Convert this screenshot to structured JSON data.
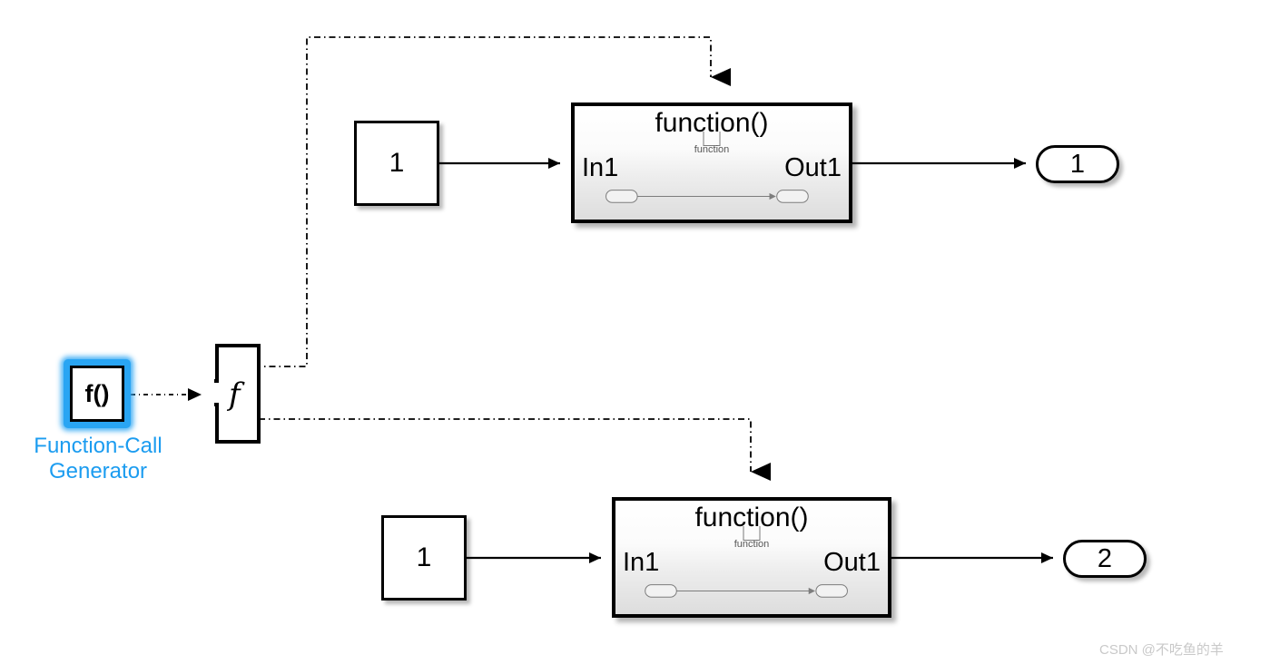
{
  "diagram": {
    "title": "Simulink function-call subsystem block diagram",
    "background": "#ffffff",
    "accent_color": "#1b9cf0",
    "line_color": "#000000"
  },
  "blocks": {
    "function_call_generator": {
      "name": "Function-Call Generator",
      "value": "f()",
      "label": "Function-Call\nGenerator",
      "label_color": "#1b9cf0",
      "selected": true,
      "selection_color": "#29a5f3"
    },
    "function_call_split": {
      "name": "Function-Call Split",
      "glyph": "f",
      "branch_point": true
    },
    "constant_top": {
      "name": "Constant",
      "value": "1"
    },
    "constant_bottom": {
      "name": "Constant",
      "value": "1"
    },
    "subsystem_top": {
      "name": "Function-Call Subsystem",
      "title": "function()",
      "trigger_label": "function",
      "input_port": "In1",
      "output_port": "Out1"
    },
    "subsystem_bottom": {
      "name": "Function-Call Subsystem",
      "title": "function()",
      "trigger_label": "function",
      "input_port": "In1",
      "output_port": "Out1"
    },
    "outport_top": {
      "name": "Outport",
      "value": "1"
    },
    "outport_bottom": {
      "name": "Outport",
      "value": "2"
    }
  },
  "signals": {
    "function_call_style": "dash-dot",
    "data_style": "solid"
  },
  "watermark": {
    "text": "CSDN @不吃鱼的羊"
  }
}
